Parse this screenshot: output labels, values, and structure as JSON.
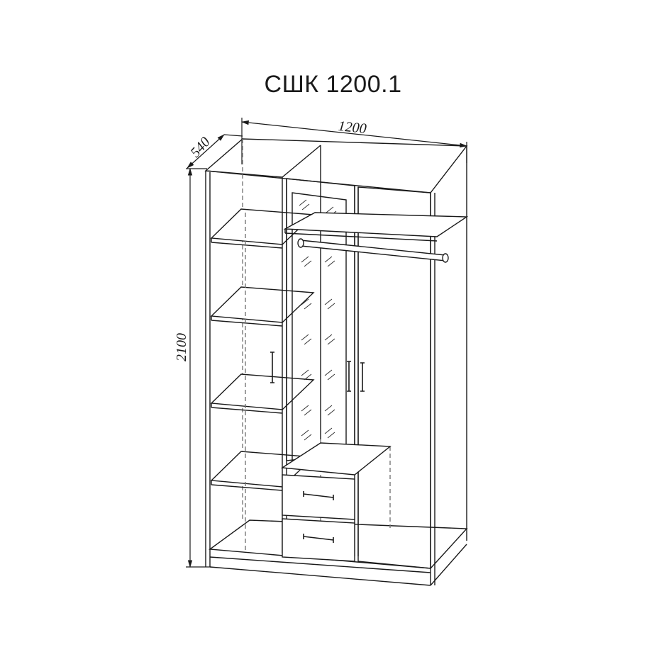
{
  "title": "СШК 1200.1",
  "dimensions": {
    "width": "1200",
    "depth": "540",
    "height": "2100"
  },
  "colors": {
    "line": "#1a1a1a",
    "hidden_line": "#555555"
  }
}
